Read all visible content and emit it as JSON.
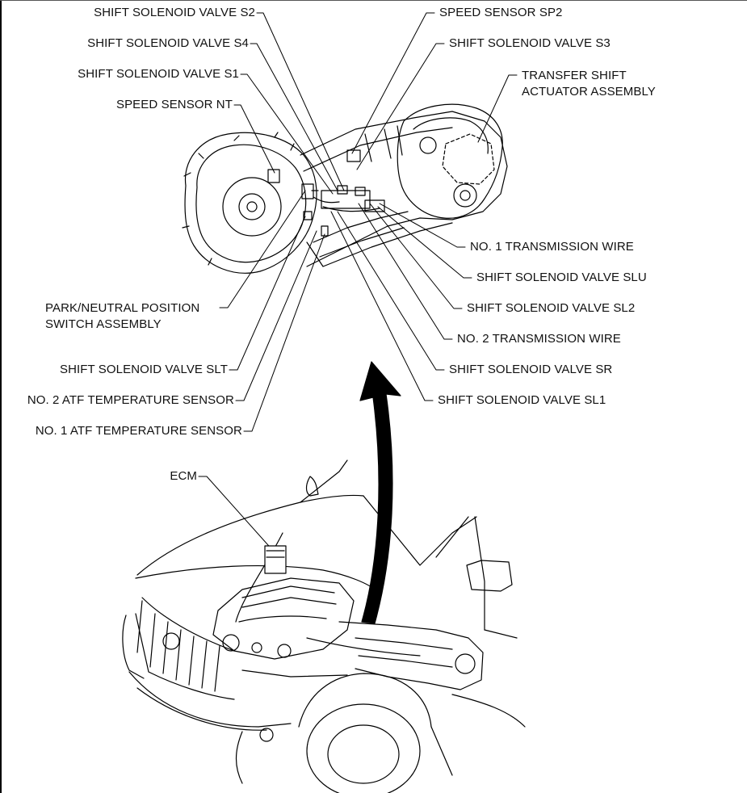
{
  "labels": {
    "shift_solenoid_valve_s2": "SHIFT SOLENOID VALVE S2",
    "shift_solenoid_valve_s4": "SHIFT SOLENOID VALVE S4",
    "shift_solenoid_valve_s1": "SHIFT SOLENOID VALVE S1",
    "speed_sensor_nt": "SPEED SENSOR NT",
    "speed_sensor_sp2": "SPEED SENSOR SP2",
    "shift_solenoid_valve_s3": "SHIFT SOLENOID VALVE S3",
    "transfer_shift_line1": "TRANSFER SHIFT",
    "transfer_shift_line2": "ACTUATOR ASSEMBLY",
    "no1_transmission_wire": "NO. 1 TRANSMISSION WIRE",
    "shift_solenoid_valve_slu": "SHIFT SOLENOID VALVE SLU",
    "shift_solenoid_valve_sl2": "SHIFT SOLENOID VALVE SL2",
    "no2_transmission_wire": "NO. 2 TRANSMISSION WIRE",
    "shift_solenoid_valve_sr": "SHIFT SOLENOID VALVE SR",
    "shift_solenoid_valve_sl1": "SHIFT SOLENOID VALVE SL1",
    "park_neutral_line1": "PARK/NEUTRAL POSITION",
    "park_neutral_line2": "SWITCH ASSEMBLY",
    "shift_solenoid_valve_slt": "SHIFT SOLENOID VALVE SLT",
    "no2_atf_temp_sensor": "NO. 2 ATF TEMPERATURE SENSOR",
    "no1_atf_temp_sensor": "NO. 1 ATF TEMPERATURE SENSOR",
    "ecm": "ECM"
  },
  "colors": {
    "line": "#000000",
    "background": "#ffffff"
  }
}
